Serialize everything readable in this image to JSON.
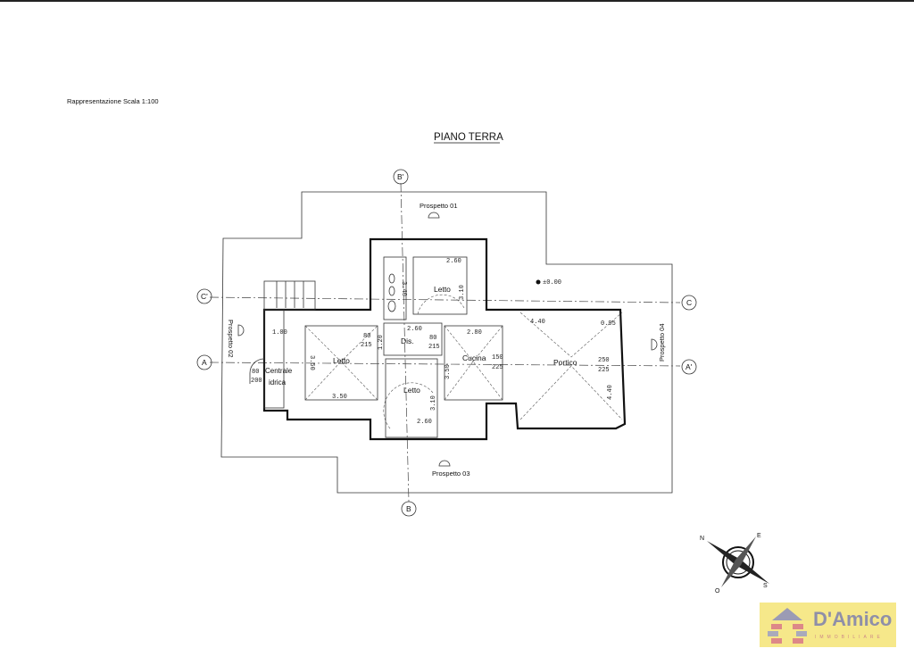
{
  "header": {
    "scale_note": "Rappresentazione Scala 1:100",
    "title": "PIANO TERRA"
  },
  "sections": {
    "b_top": "B'",
    "b_bottom": "B",
    "c_left": "C'",
    "c_right": "C",
    "a_left": "A",
    "a_right": "A'"
  },
  "elevations": [
    "Prospetto 01",
    "Prospetto 02",
    "Prospetto 03",
    "Prospetto 04"
  ],
  "rooms": {
    "letto_left": "Letto",
    "letto_top": "Letto",
    "letto_bottom": "Letto",
    "dis": "Dis.",
    "cucina": "Cucina",
    "portico": "Portico",
    "centrale_1": "Centrale",
    "centrale_2": "idrica"
  },
  "dimensions": {
    "letto_top_w": "2.60",
    "letto_top_h": "3.10",
    "dis_w": "2.60",
    "cucina_w": "2.80",
    "cucina_h": "3.50",
    "letto_left_w": "3.50",
    "letto_left_h": "3.50",
    "letto_bottom_w": "2.60",
    "letto_bottom_h": "3.10",
    "stair": "1.00",
    "bagno_h": "3.40",
    "dis_h": "1.20",
    "portico_tl": "4.40",
    "portico_tr": "0.95",
    "portico_br": "4.40",
    "door_1": "80",
    "door_1b": "215",
    "door_2": "80",
    "door_2b": "215",
    "door_3": "80",
    "door_3b": "200",
    "win_cucina_1": "150",
    "win_cucina_2": "225",
    "win_portico_1": "250",
    "win_portico_2": "225",
    "elevation_mark": "±0.00"
  },
  "compass": {
    "n": "N",
    "e": "E",
    "s": "S",
    "o": "O"
  },
  "logo": {
    "name": "D'Amico",
    "subtitle": "IMMOBILIARE"
  }
}
